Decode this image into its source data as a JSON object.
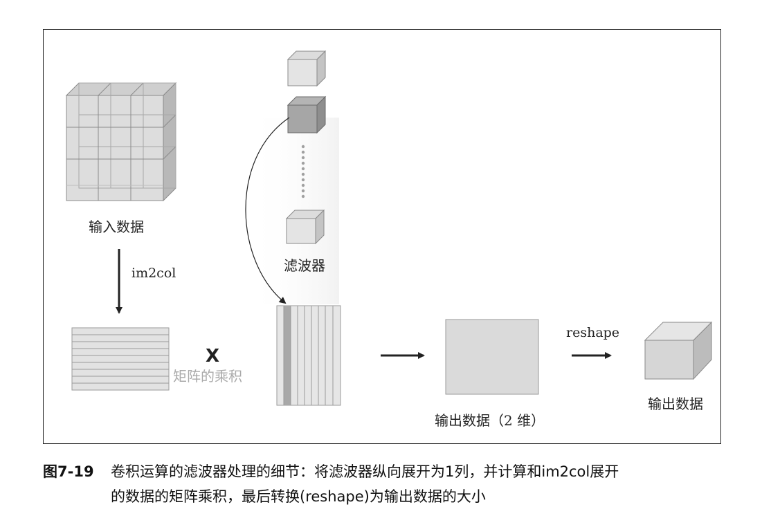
{
  "labels": {
    "input_data": "输入数据",
    "filter": "滤波器",
    "im2col": "im2col",
    "multiply_symbol": "X",
    "matrix_product": "矩阵的乘积",
    "output_2d": "输出数据（2 维）",
    "reshape": "reshape",
    "output_data": "输出数据"
  },
  "caption": {
    "number": "图7-19",
    "line1": "卷积运算的滤波器处理的细节：将滤波器纵向展开为1列，并计算和im2col展开",
    "line2": "的数据的矩阵乘积，最后转换(reshape)为输出数据的大小"
  }
}
